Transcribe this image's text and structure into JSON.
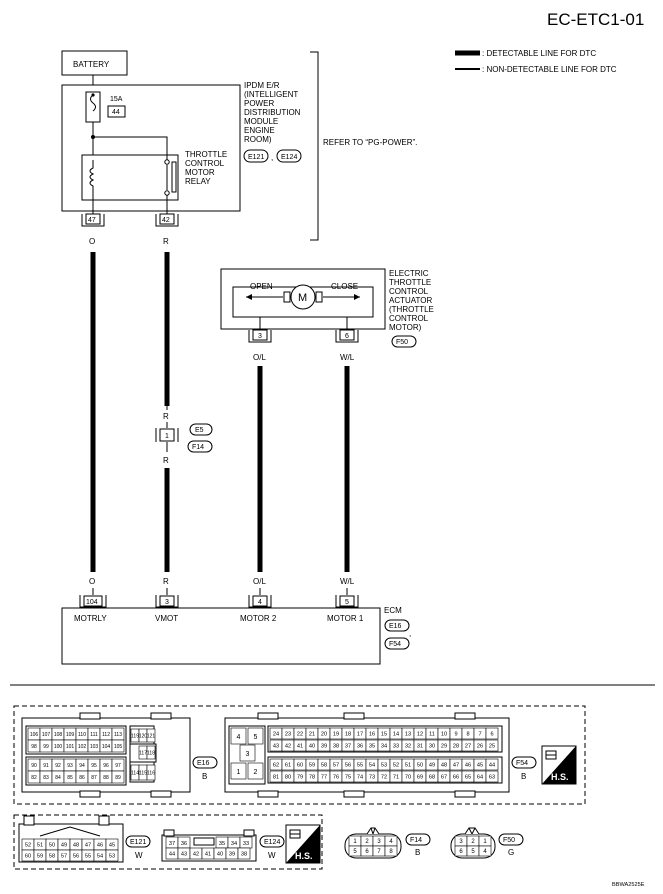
{
  "page_title": "EC-ETC1-01",
  "legend": {
    "detectable": ": DETECTABLE LINE FOR DTC",
    "non_detectable": ": NON-DETECTABLE LINE FOR DTC"
  },
  "battery": "BATTERY",
  "ipdm": {
    "lines": [
      "IPDM E/R",
      "(INTELLIGENT",
      "POWER",
      "DISTRIBUTION",
      "MODULE",
      "ENGINE",
      "ROOM)"
    ],
    "conn_a": "E121",
    "conn_sep": ",",
    "conn_b": "E124",
    "fuse_amp": "15A",
    "fuse_no": "44",
    "relay_lines": [
      "THROTTLE",
      "CONTROL",
      "MOTOR",
      "RELAY"
    ],
    "pin_47": "47",
    "pin_42": "42",
    "refer": "REFER TO “PG-POWER”."
  },
  "wires": {
    "o": "O",
    "r": "R",
    "ol": "O/L",
    "wl": "W/L"
  },
  "inline": {
    "pin": "1",
    "conn_a": "E5",
    "conn_b": "F14"
  },
  "actuator": {
    "lines": [
      "ELECTRIC",
      "THROTTLE",
      "CONTROL",
      "ACTUATOR",
      "(THROTTLE",
      "CONTROL",
      "MOTOR)"
    ],
    "open": "OPEN",
    "close": "CLOSE",
    "motor": "M",
    "pin_3": "3",
    "pin_6": "6",
    "conn": "F50"
  },
  "ecm": {
    "label": "ECM",
    "pins": [
      "104",
      "3",
      "4",
      "5"
    ],
    "names": [
      "MOTRLY",
      "VMOT",
      "MOTOR 2",
      "MOTOR 1"
    ],
    "conn_a": "E16",
    "conn_b": "F54"
  },
  "connectors": {
    "e16_label": "E16",
    "e16_color": "B",
    "f54_label": "F54",
    "f54_color": "B",
    "e121_label": "E121",
    "e121_color": "W",
    "e124_label": "E124",
    "e124_color": "W",
    "f14_label": "F14",
    "f14_color": "B",
    "f50_label": "F50",
    "f50_color": "G",
    "hs": "H.S.",
    "e16_row1": [
      "106",
      "107",
      "108",
      "109",
      "110",
      "111",
      "112",
      "113"
    ],
    "e16_row2": [
      "98",
      "99",
      "100",
      "101",
      "102",
      "103",
      "104",
      "105"
    ],
    "e16_row3": [
      "90",
      "91",
      "92",
      "93",
      "94",
      "95",
      "96",
      "97"
    ],
    "e16_row4": [
      "82",
      "83",
      "84",
      "85",
      "86",
      "87",
      "88",
      "89"
    ],
    "e16_mid_top": [
      "119",
      "120",
      "121"
    ],
    "e16_mid_mid": [
      "117",
      "118"
    ],
    "e16_mid_bot": [
      "114",
      "115",
      "116"
    ],
    "f54_small": [
      "4",
      "5",
      "3",
      "1",
      "2"
    ],
    "f54_row1": [
      "24",
      "23",
      "22",
      "21",
      "20",
      "19",
      "18",
      "17",
      "16",
      "15",
      "14",
      "13",
      "12",
      "11",
      "10",
      "9",
      "8",
      "7",
      "6"
    ],
    "f54_row2": [
      "43",
      "42",
      "41",
      "40",
      "39",
      "38",
      "37",
      "36",
      "35",
      "34",
      "33",
      "32",
      "31",
      "30",
      "29",
      "28",
      "27",
      "26",
      "25"
    ],
    "f54_row3": [
      "62",
      "61",
      "60",
      "59",
      "58",
      "57",
      "56",
      "55",
      "54",
      "53",
      "52",
      "51",
      "50",
      "49",
      "48",
      "47",
      "46",
      "45",
      "44"
    ],
    "f54_row4": [
      "81",
      "80",
      "79",
      "78",
      "77",
      "76",
      "75",
      "74",
      "73",
      "72",
      "71",
      "70",
      "69",
      "68",
      "67",
      "66",
      "65",
      "64",
      "63"
    ],
    "e121_row1": [
      "52",
      "51",
      "50",
      "49",
      "48",
      "47",
      "46",
      "45"
    ],
    "e121_row2": [
      "60",
      "59",
      "58",
      "57",
      "56",
      "55",
      "54",
      "53"
    ],
    "e124_row1": [
      "37",
      "36",
      "35",
      "34",
      "33"
    ],
    "e124_row2": [
      "44",
      "43",
      "42",
      "41",
      "40",
      "39",
      "38"
    ],
    "f14_row1": [
      "1",
      "2",
      "3",
      "4"
    ],
    "f14_row2": [
      "5",
      "6",
      "7",
      "8"
    ],
    "f50_row1": [
      "3",
      "2",
      "1"
    ],
    "f50_row2": [
      "6",
      "5",
      "4"
    ]
  },
  "code": "BBWA2525E"
}
